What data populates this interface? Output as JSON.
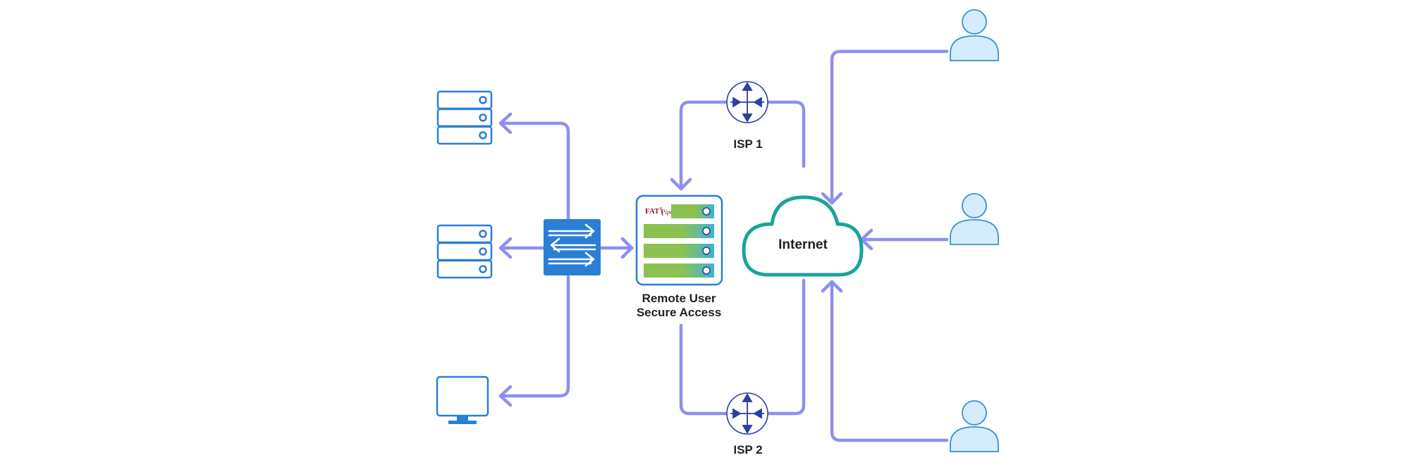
{
  "labels": {
    "isp1": "ISP 1",
    "isp2": "ISP 2",
    "internet": "Internet",
    "appliance_line1": "Remote User",
    "appliance_line2": "Secure Access",
    "logo": "FAT Pipe"
  },
  "colors": {
    "connector": "#8E8EF2",
    "device_blue": "#2A7FD4",
    "switch_fill": "#2A7FD4",
    "router_blue": "#2B3FA6",
    "cloud_stroke": "#1AA39A",
    "user_fill": "#D4ECFB",
    "user_stroke": "#3A8FD8",
    "gradient_start": "#8CC152",
    "gradient_end": "#3DB4D6",
    "logo_red": "#9B1B30"
  },
  "icons": {
    "server": "server-rack-icon",
    "desktop": "desktop-monitor-icon",
    "switch": "network-switch-icon",
    "router": "router-icon",
    "cloud": "cloud-icon",
    "user": "user-icon"
  }
}
